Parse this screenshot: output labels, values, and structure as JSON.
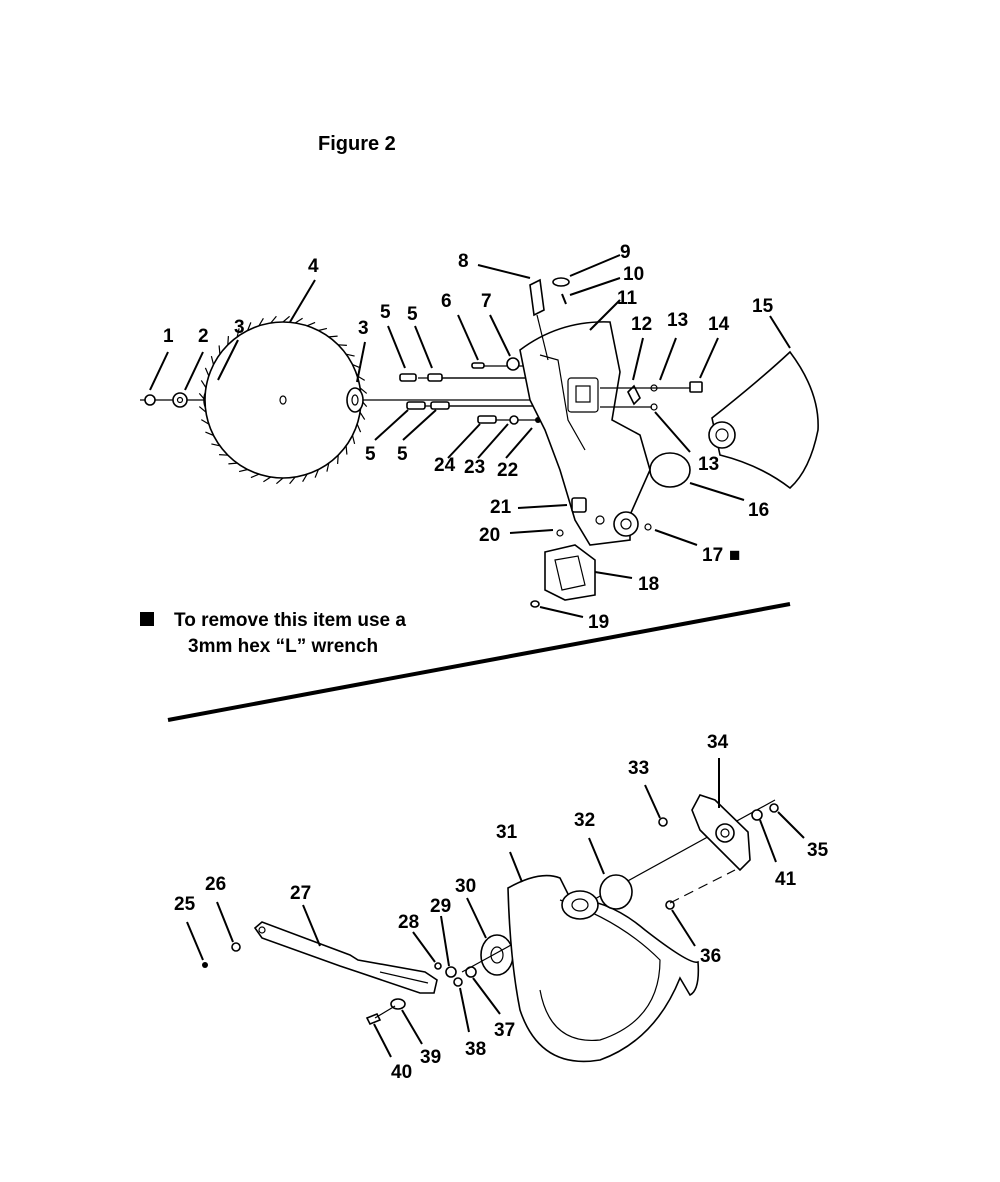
{
  "figure_title": "Figure 2",
  "note": {
    "line1": "To remove this item use a",
    "line2": "3mm hex “L” wrench",
    "marker_icon": "black-square-icon"
  },
  "callouts_upper": [
    "1",
    "2",
    "3",
    "4",
    "3",
    "5",
    "5",
    "5",
    "5",
    "6",
    "7",
    "8",
    "9",
    "10",
    "11",
    "12",
    "13",
    "14",
    "15",
    "13",
    "16",
    "17",
    "18",
    "19",
    "20",
    "21",
    "22",
    "23",
    "24"
  ],
  "callout_17_marker": "■",
  "callouts_lower": [
    "25",
    "26",
    "27",
    "28",
    "29",
    "30",
    "31",
    "32",
    "33",
    "34",
    "35",
    "36",
    "37",
    "38",
    "39",
    "40",
    "41"
  ]
}
